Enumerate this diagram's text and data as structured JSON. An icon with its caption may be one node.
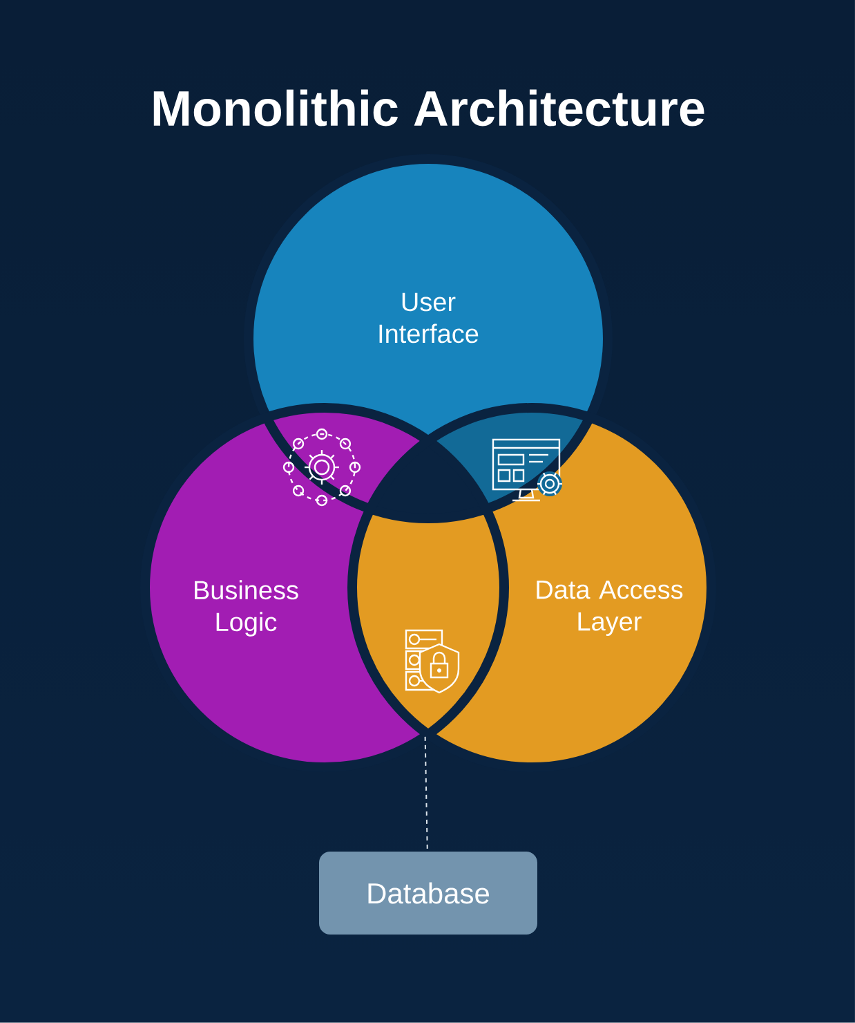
{
  "diagram": {
    "title": "Monolithic Architecture",
    "nodes": [
      {
        "text": [
          "User Interface"
        ]
      },
      {
        "text": [
          "Business Logic"
        ]
      },
      {
        "text": [
          "Data Access Layer"
        ]
      },
      {
        "text": [
          "Database"
        ]
      }
    ],
    "edges": [
      {
        "from": 1,
        "to": 3,
        "arrow": "none",
        "style": "dashed"
      }
    ]
  }
}
